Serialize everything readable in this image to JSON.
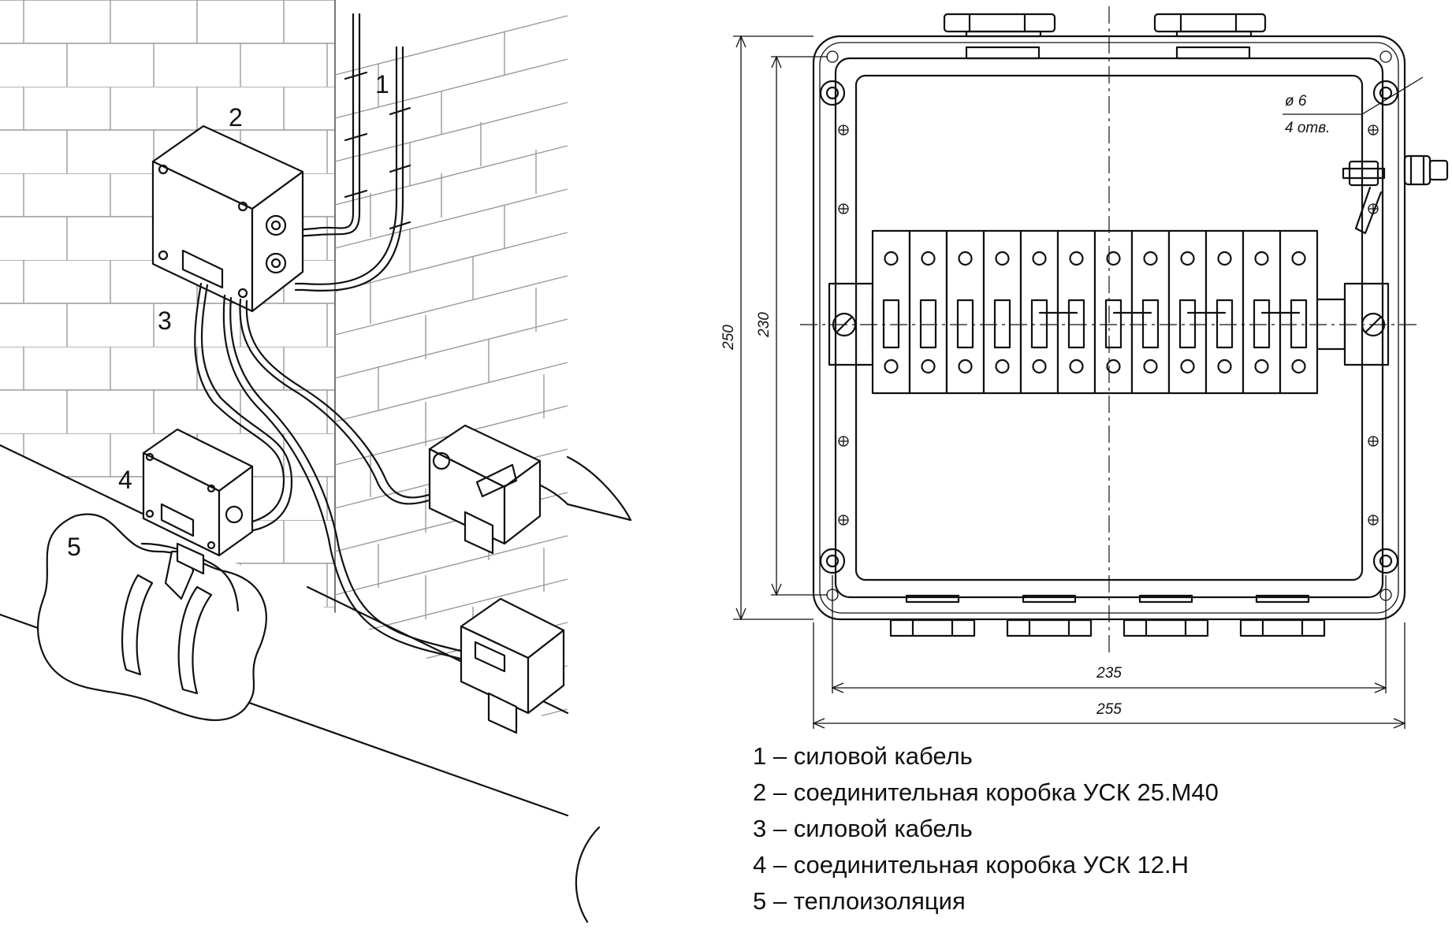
{
  "left_drawing": {
    "callouts": [
      "1",
      "2",
      "3",
      "4",
      "5"
    ]
  },
  "right_drawing": {
    "dimensions": {
      "height_outer": "250",
      "height_inner": "230",
      "width_inner": "235",
      "width_outer": "255",
      "hole_diameter": "ø 6",
      "hole_count": "4 отв."
    }
  },
  "legend": [
    "1 – силовой кабель",
    "2 – соединительная коробка УСК 25.М40",
    "3 – силовой кабель",
    "4 – соединительная коробка УСК 12.Н",
    "5 – теплоизоляция"
  ]
}
